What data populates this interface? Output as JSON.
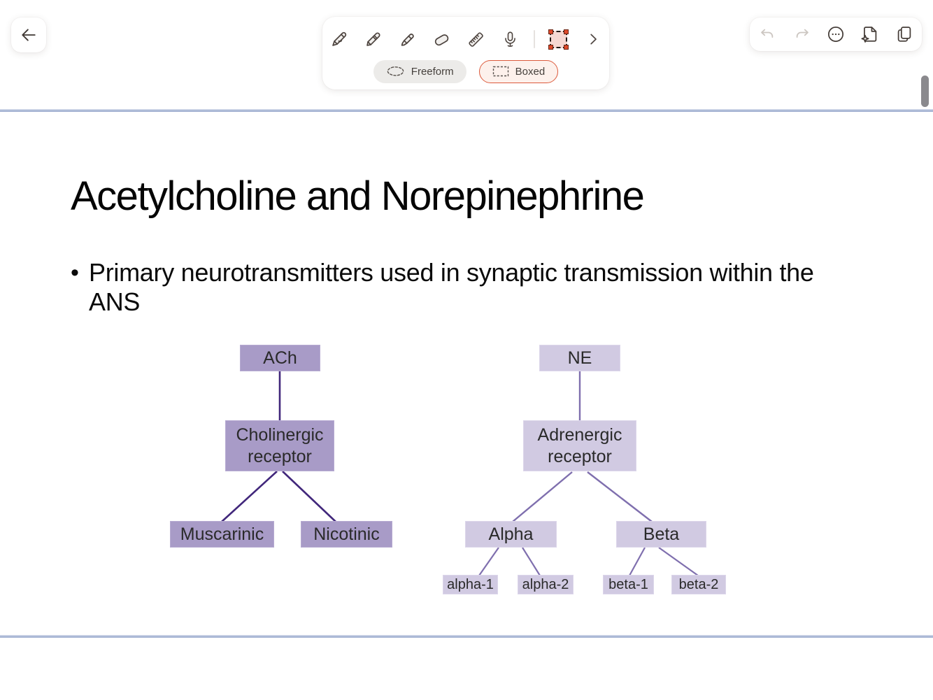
{
  "header": {
    "back_icon": "arrow-left"
  },
  "toolbar": {
    "tools": [
      {
        "name": "pen"
      },
      {
        "name": "pencil"
      },
      {
        "name": "highlighter"
      },
      {
        "name": "eraser"
      },
      {
        "name": "ruler"
      },
      {
        "name": "microphone"
      },
      {
        "name": "boxed-selection",
        "active": true
      },
      {
        "name": "more-tools"
      }
    ],
    "selection_modes": [
      {
        "label": "Freeform",
        "active": false
      },
      {
        "label": "Boxed",
        "active": true
      }
    ]
  },
  "actions": {
    "undo": {
      "enabled": false
    },
    "redo": {
      "enabled": false
    },
    "more_options": {
      "icon": "ellipsis-circle"
    },
    "ai_document": {
      "icon": "document-sparkle"
    },
    "duplicate": {
      "icon": "copy-pages"
    }
  },
  "colors": {
    "accent": "#dc5a3c",
    "selection_fill": "#f5d8d2",
    "selection_handle": "#dd4a2c",
    "page_separator": "#a3b2d2",
    "left_tree_box": "#a89bc7",
    "right_tree_box": "#d1cae2",
    "left_tree_line": "#41277b",
    "right_tree_line": "#7f6fae"
  },
  "slide": {
    "title": "Acetylcholine and Norepinephrine",
    "bullet_marker": "•",
    "bullet": "Primary neurotransmitters used in synaptic transmission within the ANS",
    "diagram": {
      "type": "tree",
      "nodes": {
        "ach": "ACh",
        "cholinergic": "Cholinergic receptor",
        "muscarinic": "Muscarinic",
        "nicotinic": "Nicotinic",
        "ne": "NE",
        "adrenergic": "Adrenergic receptor",
        "alpha": "Alpha",
        "beta": "Beta",
        "alpha1": "alpha-1",
        "alpha2": "alpha-2",
        "beta1": "beta-1",
        "beta2": "beta-2"
      },
      "edges": [
        [
          "ACh",
          "Cholinergic receptor"
        ],
        [
          "Cholinergic receptor",
          "Muscarinic"
        ],
        [
          "Cholinergic receptor",
          "Nicotinic"
        ],
        [
          "NE",
          "Adrenergic receptor"
        ],
        [
          "Adrenergic receptor",
          "Alpha"
        ],
        [
          "Adrenergic receptor",
          "Beta"
        ],
        [
          "Alpha",
          "alpha-1"
        ],
        [
          "Alpha",
          "alpha-2"
        ],
        [
          "Beta",
          "beta-1"
        ],
        [
          "Beta",
          "beta-2"
        ]
      ]
    }
  }
}
